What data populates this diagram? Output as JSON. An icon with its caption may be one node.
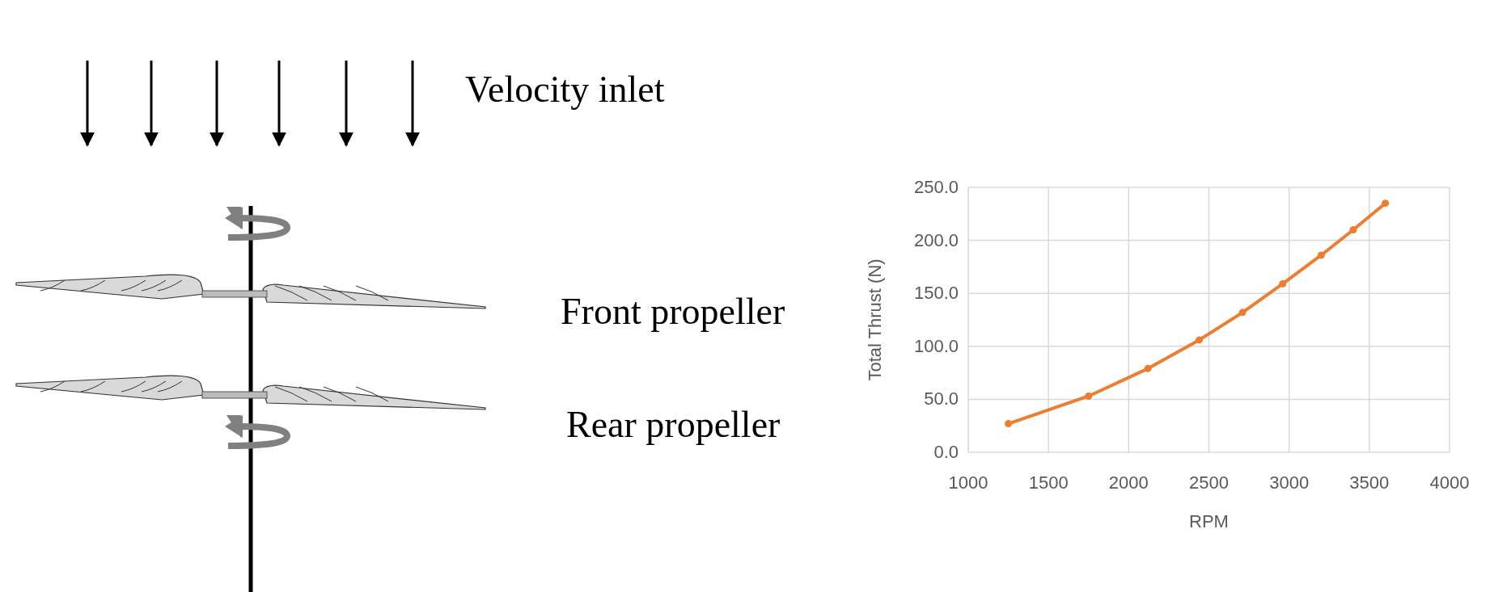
{
  "diagram": {
    "labels": [
      "Velocity inlet",
      "Front propeller",
      "Rear propeller"
    ],
    "chart_data": {
      "type": "line",
      "xlabel": "RPM",
      "ylabel": "Total Thrust (N)",
      "x": [
        1250,
        1750,
        2120,
        2440,
        2710,
        2960,
        3200,
        3400,
        3600
      ],
      "grid": true,
      "series": [
        {
          "color": "#ed7d31",
          "marker": "circle",
          "values": [
            27,
            53,
            79,
            106,
            132,
            159,
            186,
            210,
            235
          ]
        }
      ],
      "xlim": [
        1000,
        4000
      ],
      "ylim": [
        0,
        250
      ],
      "xticks": [
        1000,
        1500,
        2000,
        2500,
        3000,
        3500,
        4000
      ],
      "yticks": [
        {
          "value": 0,
          "label": "0.0"
        },
        {
          "value": 50,
          "label": "50.0"
        },
        {
          "value": 100,
          "label": "100.0"
        },
        {
          "value": 150,
          "label": "150.0"
        },
        {
          "value": 200,
          "label": "200.0"
        },
        {
          "value": 250,
          "label": "250.0"
        }
      ]
    }
  }
}
